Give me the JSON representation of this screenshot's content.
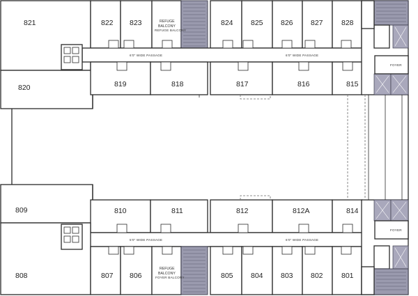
{
  "rooms": {
    "r821": "821",
    "r822": "822",
    "r823": "823",
    "r824": "824",
    "r825": "825",
    "r826": "826",
    "r827": "827",
    "r828": "828",
    "r820": "820",
    "r819": "819",
    "r818": "818",
    "r817": "817",
    "r816": "816",
    "r815": "815",
    "r809": "809",
    "r810": "810",
    "r811": "811",
    "r812": "812",
    "r812a": "812A",
    "r814": "814",
    "r808": "808",
    "r807": "807",
    "r806": "806",
    "r805": "805",
    "r804": "804",
    "r803": "803",
    "r802": "802",
    "r801": "801"
  },
  "labels": {
    "refuge_top_1": "REFUGE",
    "refuge_top_2": "BALCONY",
    "refuge_top_3": "REFUGE BALCONY",
    "refuge_bot_1": "REFUGE",
    "refuge_bot_2": "BALCONY",
    "refuge_bot_3": "FOYER BALCONY",
    "passage_top_left": "6'0\" WIDE PASSAGE",
    "passage_top_right": "6'0\" WIDE PASSAGE",
    "passage_bot_left": "5'0\" WIDE PASSAGE",
    "passage_bot_right": "6'0\" WIDE PASSAGE",
    "foyer_top": "FOYER",
    "foyer_bot": "FOYER"
  }
}
